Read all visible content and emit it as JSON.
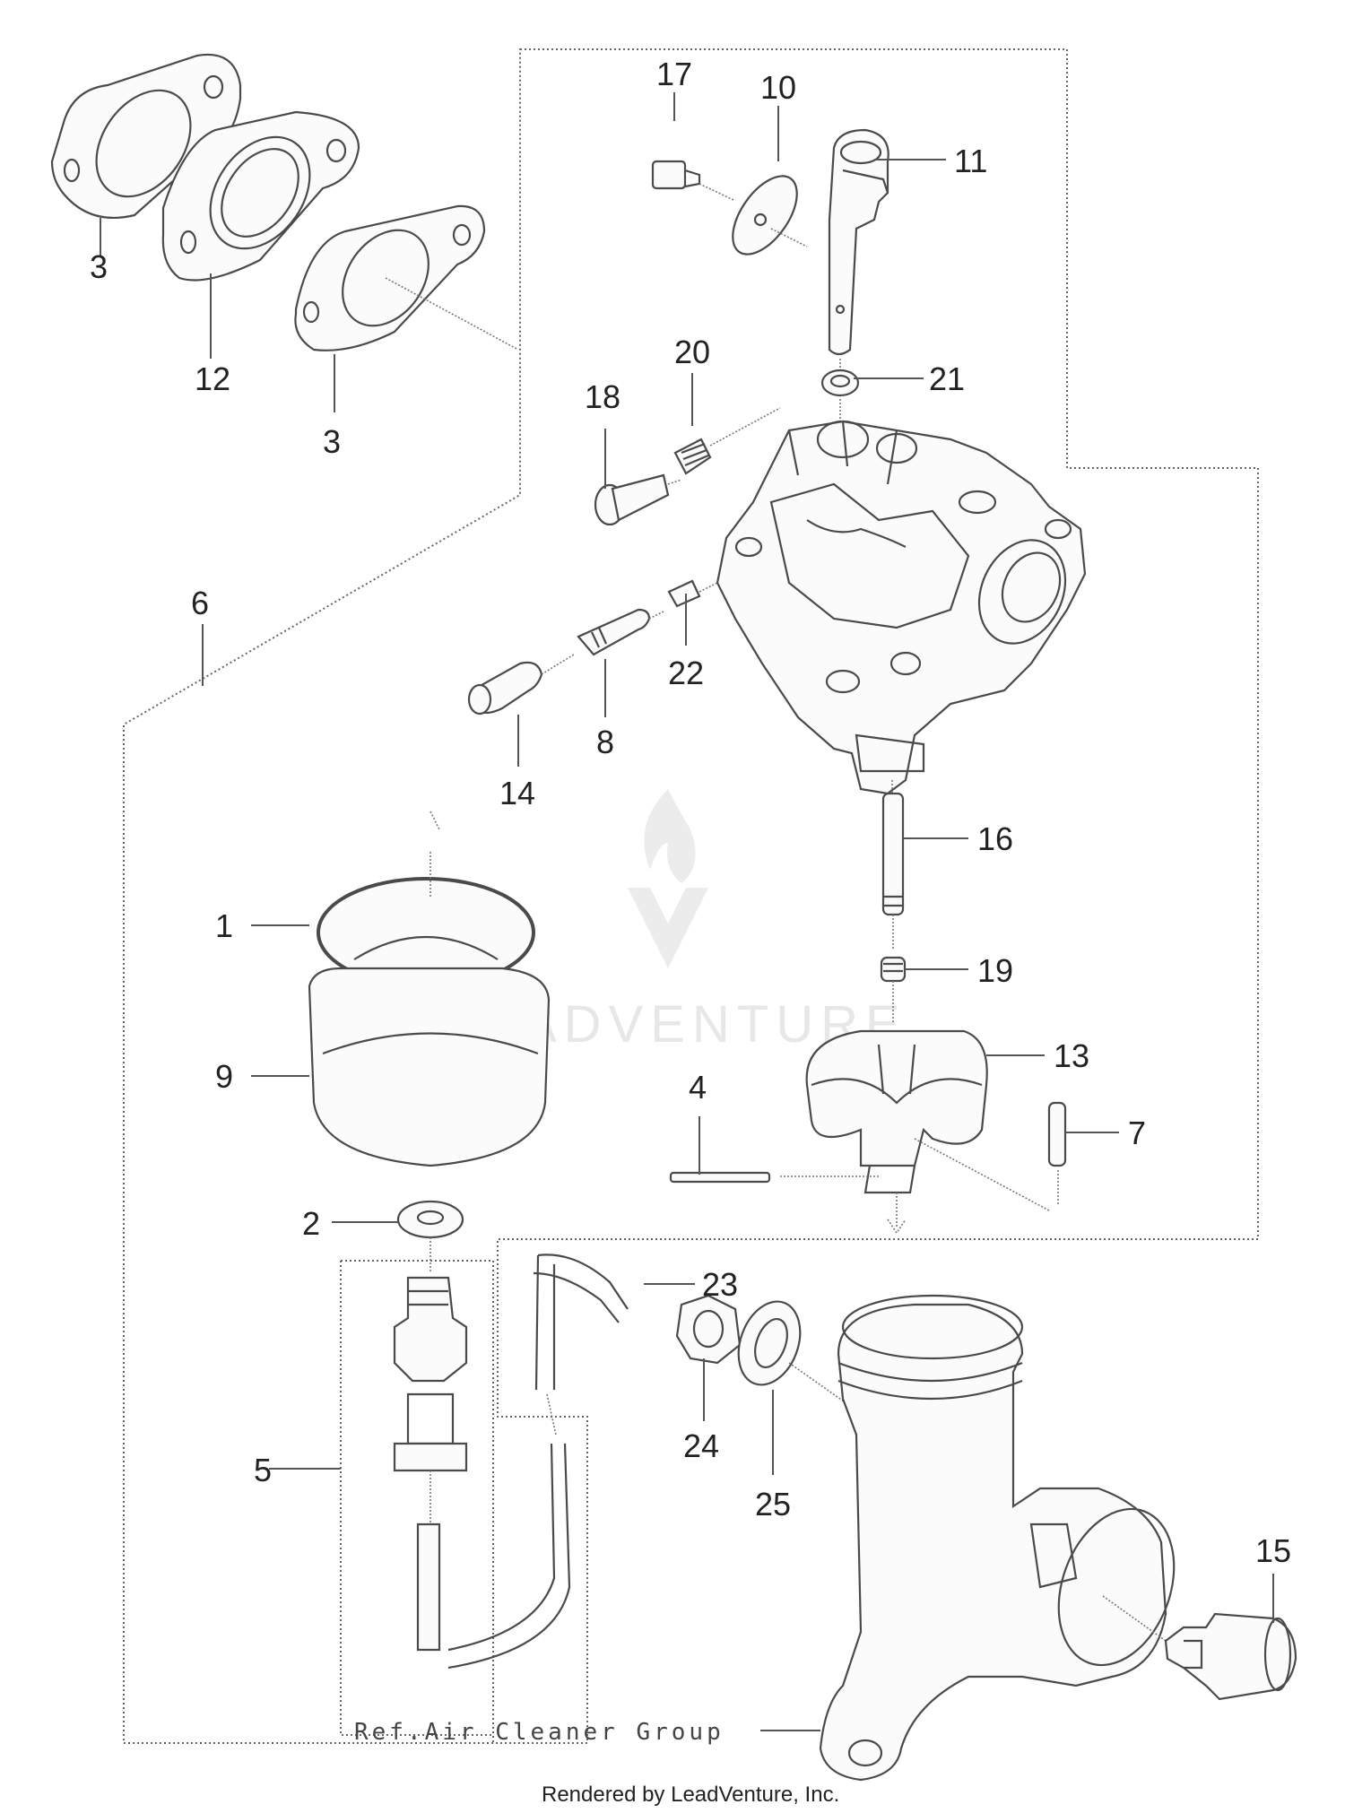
{
  "diagram": {
    "ref_label": "Ref.Air Cleaner Group",
    "credit": "Rendered by LeadVenture, Inc.",
    "watermark": "LEADVENTURE",
    "callouts": {
      "p1": "1",
      "p2": "2",
      "p3a": "3",
      "p3b": "3",
      "p4": "4",
      "p5": "5",
      "p6": "6",
      "p7": "7",
      "p8": "8",
      "p9": "9",
      "p10": "10",
      "p11": "11",
      "p12": "12",
      "p13": "13",
      "p14": "14",
      "p15": "15",
      "p16": "16",
      "p17": "17",
      "p18": "18",
      "p19": "19",
      "p20": "20",
      "p21": "21",
      "p22": "22",
      "p23": "23",
      "p24": "24",
      "p25": "25"
    },
    "colors": {
      "line": "#4a4a4a",
      "watermark": "#e7e7e7"
    }
  }
}
